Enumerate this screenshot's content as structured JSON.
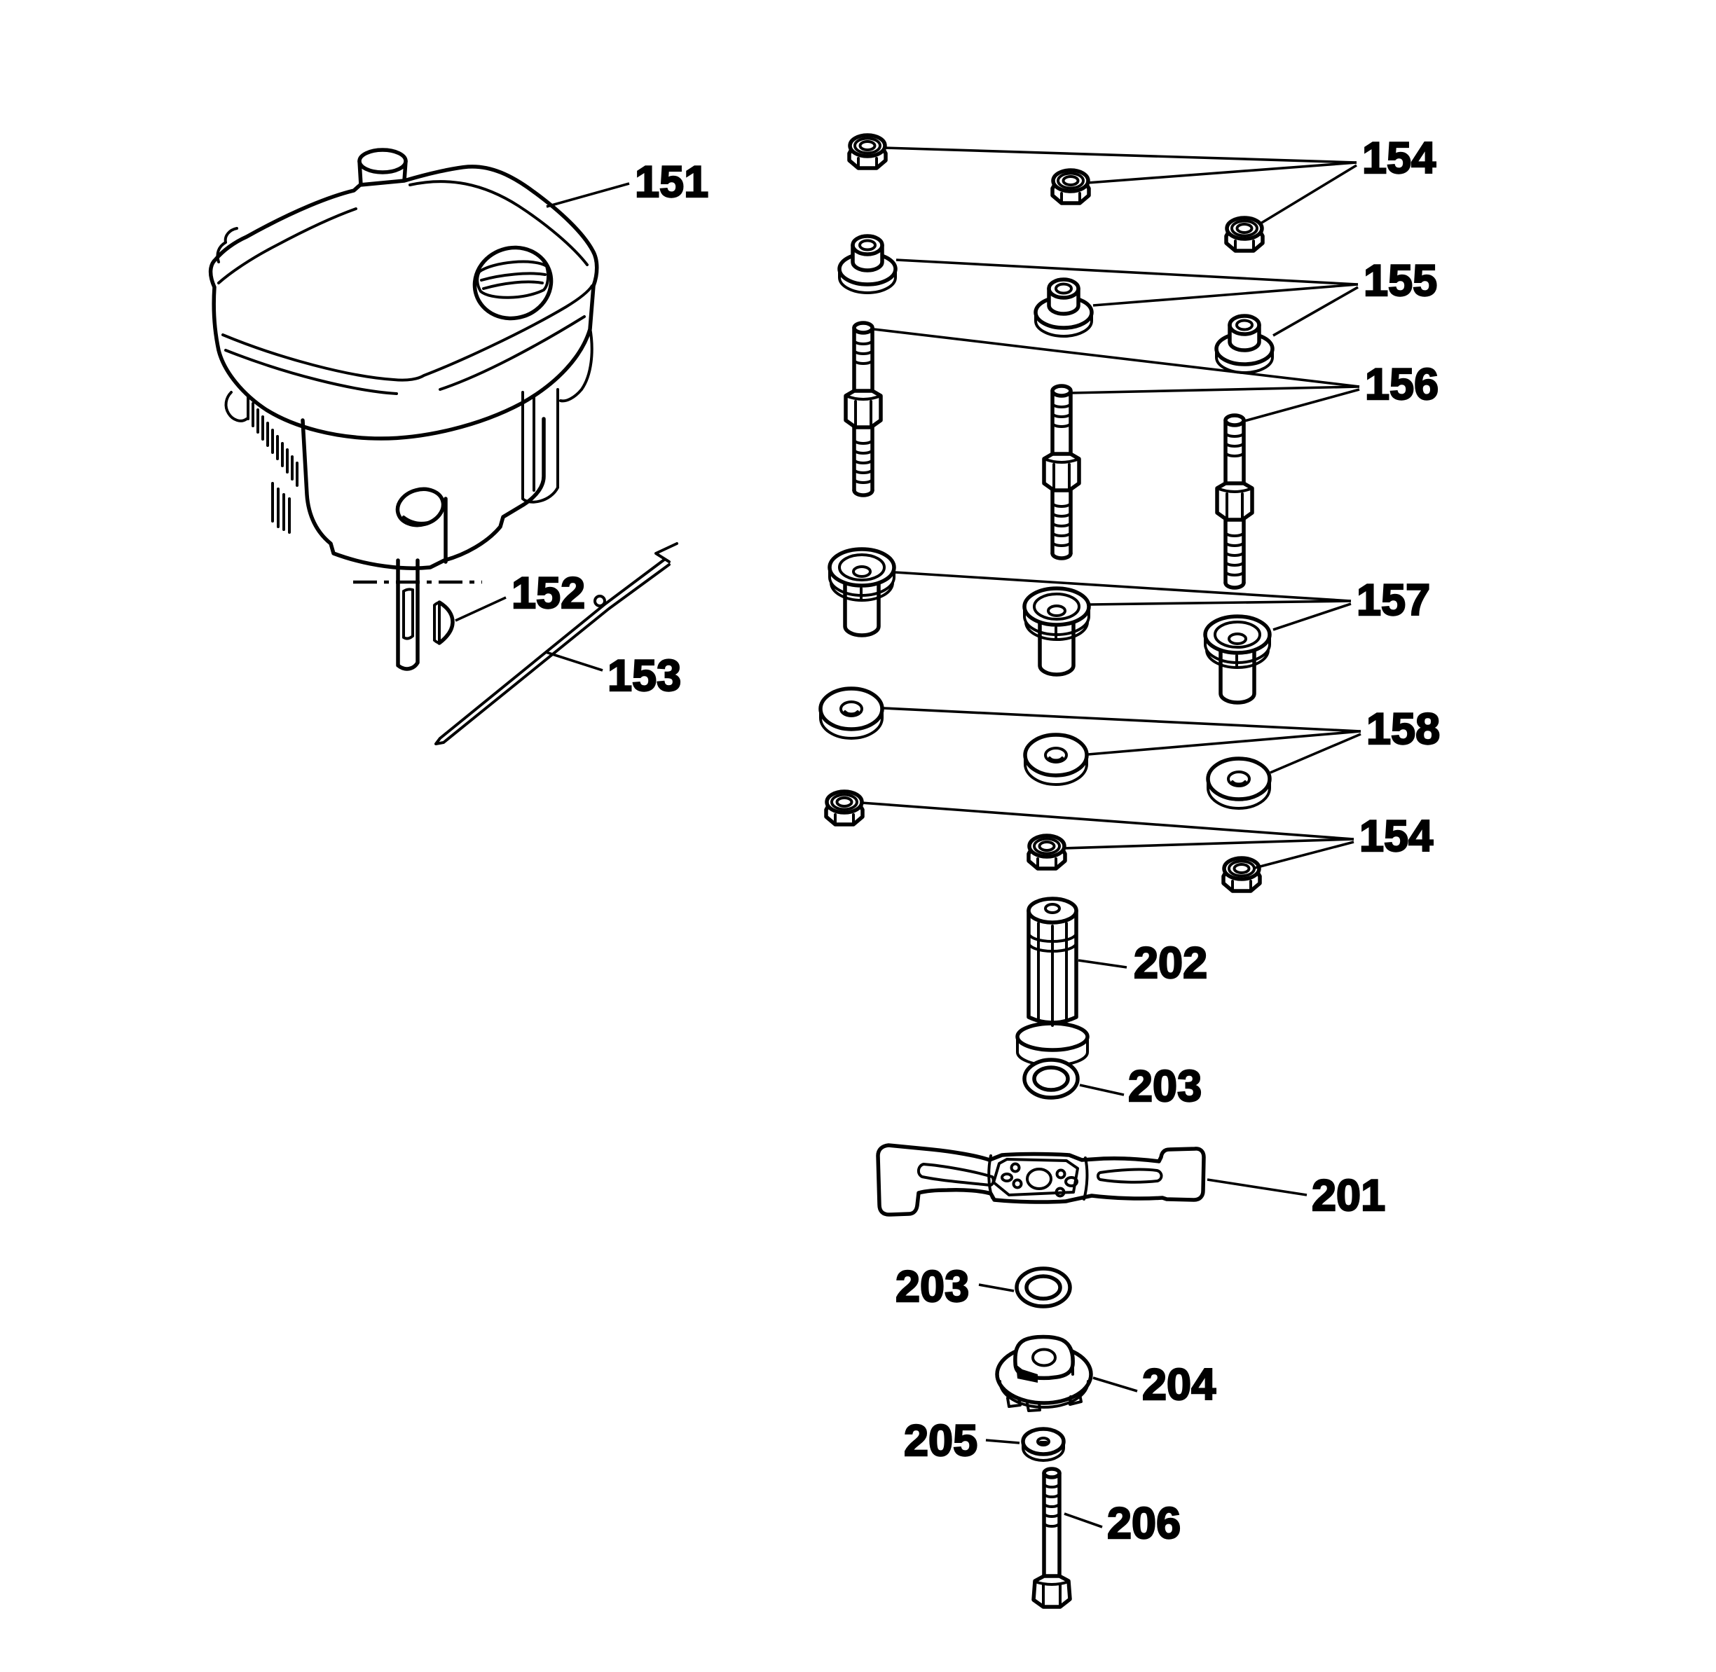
{
  "page": {
    "kind": "exploded-parts-diagram",
    "colors": {
      "ink": "#000000",
      "paper": "#ffffff"
    }
  },
  "labels": {
    "l151": "151",
    "l152": "152",
    "l153": "153",
    "l154_top": "154",
    "l155": "155",
    "l156": "156",
    "l157": "157",
    "l158": "158",
    "l154_bottom": "154",
    "l202": "202",
    "l203_upper": "203",
    "l201": "201",
    "l203_lower": "203",
    "l204": "204",
    "l205": "205",
    "l206": "206"
  },
  "callouts": [
    {
      "label": "151",
      "quantity": 1
    },
    {
      "label": "152",
      "quantity": 1
    },
    {
      "label": "153",
      "quantity": 1
    },
    {
      "label": "154",
      "quantity": 3,
      "group": "upper"
    },
    {
      "label": "155",
      "quantity": 3
    },
    {
      "label": "156",
      "quantity": 3
    },
    {
      "label": "157",
      "quantity": 3
    },
    {
      "label": "158",
      "quantity": 3
    },
    {
      "label": "154",
      "quantity": 3,
      "group": "lower"
    },
    {
      "label": "202",
      "quantity": 1
    },
    {
      "label": "203",
      "quantity": 1,
      "group": "upper"
    },
    {
      "label": "201",
      "quantity": 1
    },
    {
      "label": "203",
      "quantity": 1,
      "group": "lower"
    },
    {
      "label": "204",
      "quantity": 1
    },
    {
      "label": "205",
      "quantity": 1
    },
    {
      "label": "206",
      "quantity": 1
    }
  ]
}
